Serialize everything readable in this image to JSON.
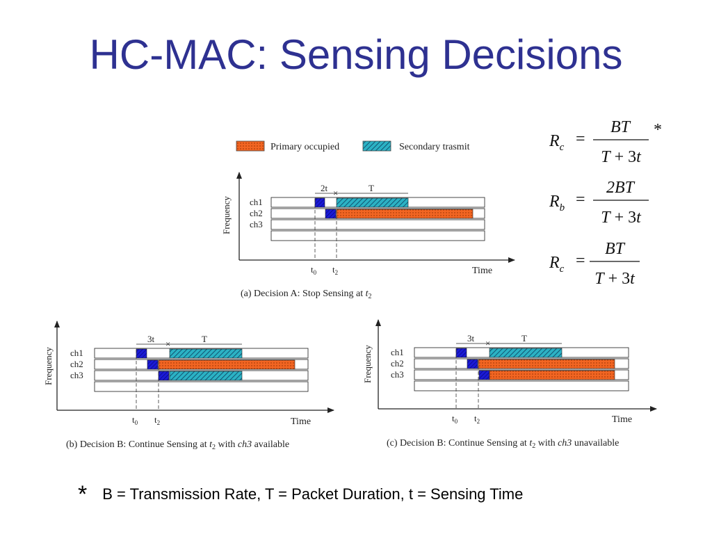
{
  "title": "HC-MAC: Sensing Decisions",
  "legend": {
    "primary": "Primary occupied",
    "secondary": "Secondary trasmit"
  },
  "axis": {
    "y_label": "Frequency",
    "x_label": "Time",
    "t0": "t",
    "t0_sub": "0",
    "t2": "t",
    "t2_sub": "2"
  },
  "channels": [
    "ch1",
    "ch2",
    "ch3"
  ],
  "intervals": {
    "two_t": "2t",
    "three_t": "3t",
    "T": "T"
  },
  "colors": {
    "title": "#2e3191",
    "primary": "#f26522",
    "secondary": "#2bb2c4",
    "sensing": "#1a1ad6"
  },
  "captions": {
    "a": {
      "pre": "(a) Decision A: Stop Sensing at ",
      "var": "t",
      "sub": "2",
      "post": ""
    },
    "b": {
      "pre": "(b) Decision B: Continue Sensing at ",
      "var": "t",
      "sub": "2",
      "mid": " with ",
      "ch": "ch3",
      "post": " available"
    },
    "c": {
      "pre": "(c) Decision B: Continue Sensing at ",
      "var": "t",
      "sub": "2",
      "mid": " with ",
      "ch": "ch3",
      "post": " unavailable"
    }
  },
  "equations": [
    {
      "lhs": "R",
      "sub": "c",
      "num": "BT",
      "den_a": "T",
      "den_op": " + 3",
      "den_b": "t",
      "marker": "*"
    },
    {
      "lhs": "R",
      "sub": "b",
      "num": "2BT",
      "den_a": "T",
      "den_op": " + 3",
      "den_b": "t",
      "marker": ""
    },
    {
      "lhs": "R",
      "sub": "c",
      "num": "BT",
      "den_a": "T",
      "den_op": " + 3",
      "den_b": "t",
      "marker": ""
    }
  ],
  "footnote": {
    "star": "*",
    "text": "B = Transmission Rate,  T = Packet Duration,  t = Sensing Time"
  }
}
